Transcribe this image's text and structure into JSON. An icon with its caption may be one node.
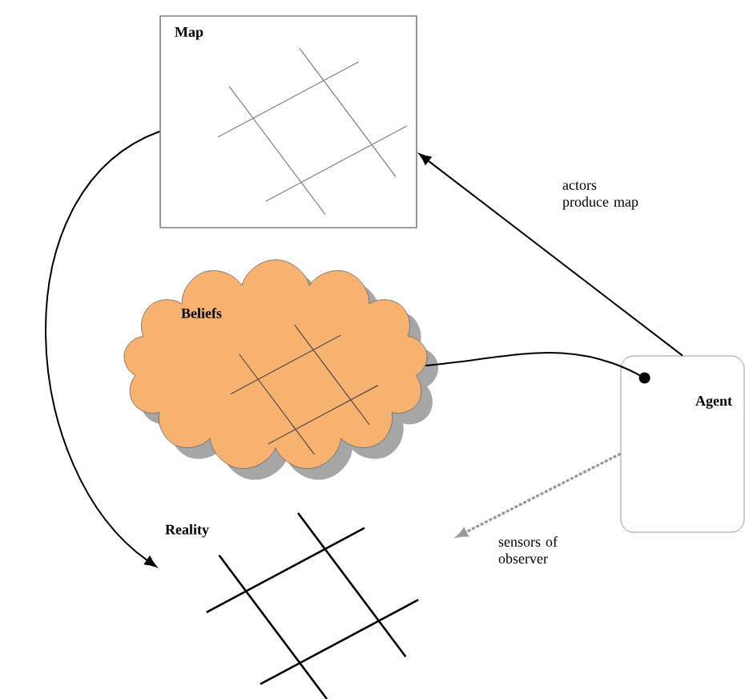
{
  "diagram": {
    "nodes": [
      {
        "text": [
          "Map"
        ]
      },
      {
        "text": [
          "Beliefs"
        ]
      },
      {
        "text": [
          "Agent"
        ]
      },
      {
        "text": [
          "Reality"
        ]
      }
    ],
    "edges": [
      {
        "from": 0,
        "to": 3,
        "arrow": "to"
      },
      {
        "from": 2,
        "to": 0,
        "arrow": "to",
        "label": "actors produce map"
      },
      {
        "from": 1,
        "to": 2,
        "arrow": "other"
      },
      {
        "from": 2,
        "to": 3,
        "arrow": "to",
        "label": "sensors of observer",
        "style": "dashed",
        "color": "#999999"
      }
    ]
  }
}
